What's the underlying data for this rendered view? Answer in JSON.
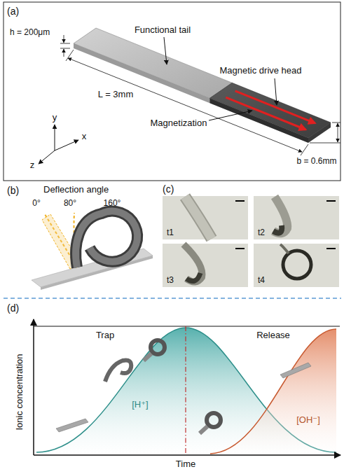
{
  "diagram": {
    "labels": [
      "(a)",
      "h = 200μm",
      "Functional tail",
      "Magnetic drive head",
      "y",
      "z",
      "x",
      "L = 3mm",
      "Magnetization",
      "b = 0.6mm",
      "(b)",
      "Deflection angle",
      "0°",
      "80°",
      "160°",
      "(c)",
      "t1",
      "t2",
      "t3",
      "t4",
      "(d)",
      "Trap",
      "Release",
      "Ionic concentration",
      "[H⁺]",
      "[OH⁻]",
      "Time"
    ]
  }
}
